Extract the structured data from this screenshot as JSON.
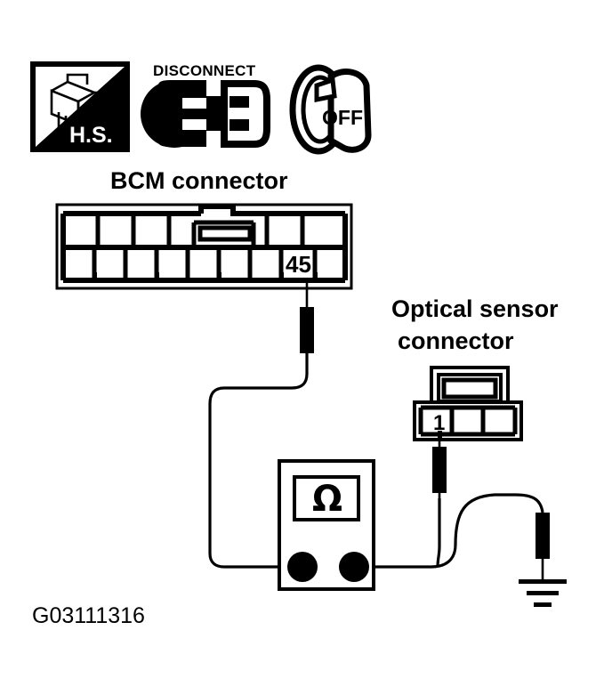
{
  "figure": {
    "id_caption": "G03111316",
    "background_color": "#ffffff",
    "ink_color": "#000000"
  },
  "icons": {
    "hs": {
      "name": "harness-side-icon",
      "label": "H.S.",
      "description": "black-and-white triangle badge with connector illustration"
    },
    "disconnect": {
      "name": "disconnect-icon",
      "label": "DISCONNECT",
      "description": "two connector halves separated"
    },
    "ignition": {
      "name": "ignition-off-icon",
      "label": "OFF",
      "description": "ignition key turned to OFF position"
    }
  },
  "connectors": {
    "bcm": {
      "title": "BCM connector",
      "top_row_cells": 7,
      "bottom_row_cells": 9,
      "highlighted_pin": "45",
      "highlighted_pin_row": "bottom",
      "highlighted_pin_index": 8
    },
    "optical_sensor": {
      "title_line1": "Optical sensor",
      "title_line2": "connector",
      "cells": 3,
      "highlighted_pin": "1",
      "highlighted_pin_index": 1
    }
  },
  "meter": {
    "name": "ohmmeter",
    "display_symbol": "Ω",
    "terminal_count": 2,
    "left_terminal_label": "",
    "right_terminal_label": ""
  },
  "ground": {
    "name": "chassis-ground",
    "bar_count": 3
  },
  "probes": [
    {
      "name": "probe-bcm-pin-45",
      "connects_to": "45"
    },
    {
      "name": "probe-optical-pin-1",
      "connects_to": "1"
    },
    {
      "name": "probe-ground",
      "connects_to": "ground"
    }
  ]
}
